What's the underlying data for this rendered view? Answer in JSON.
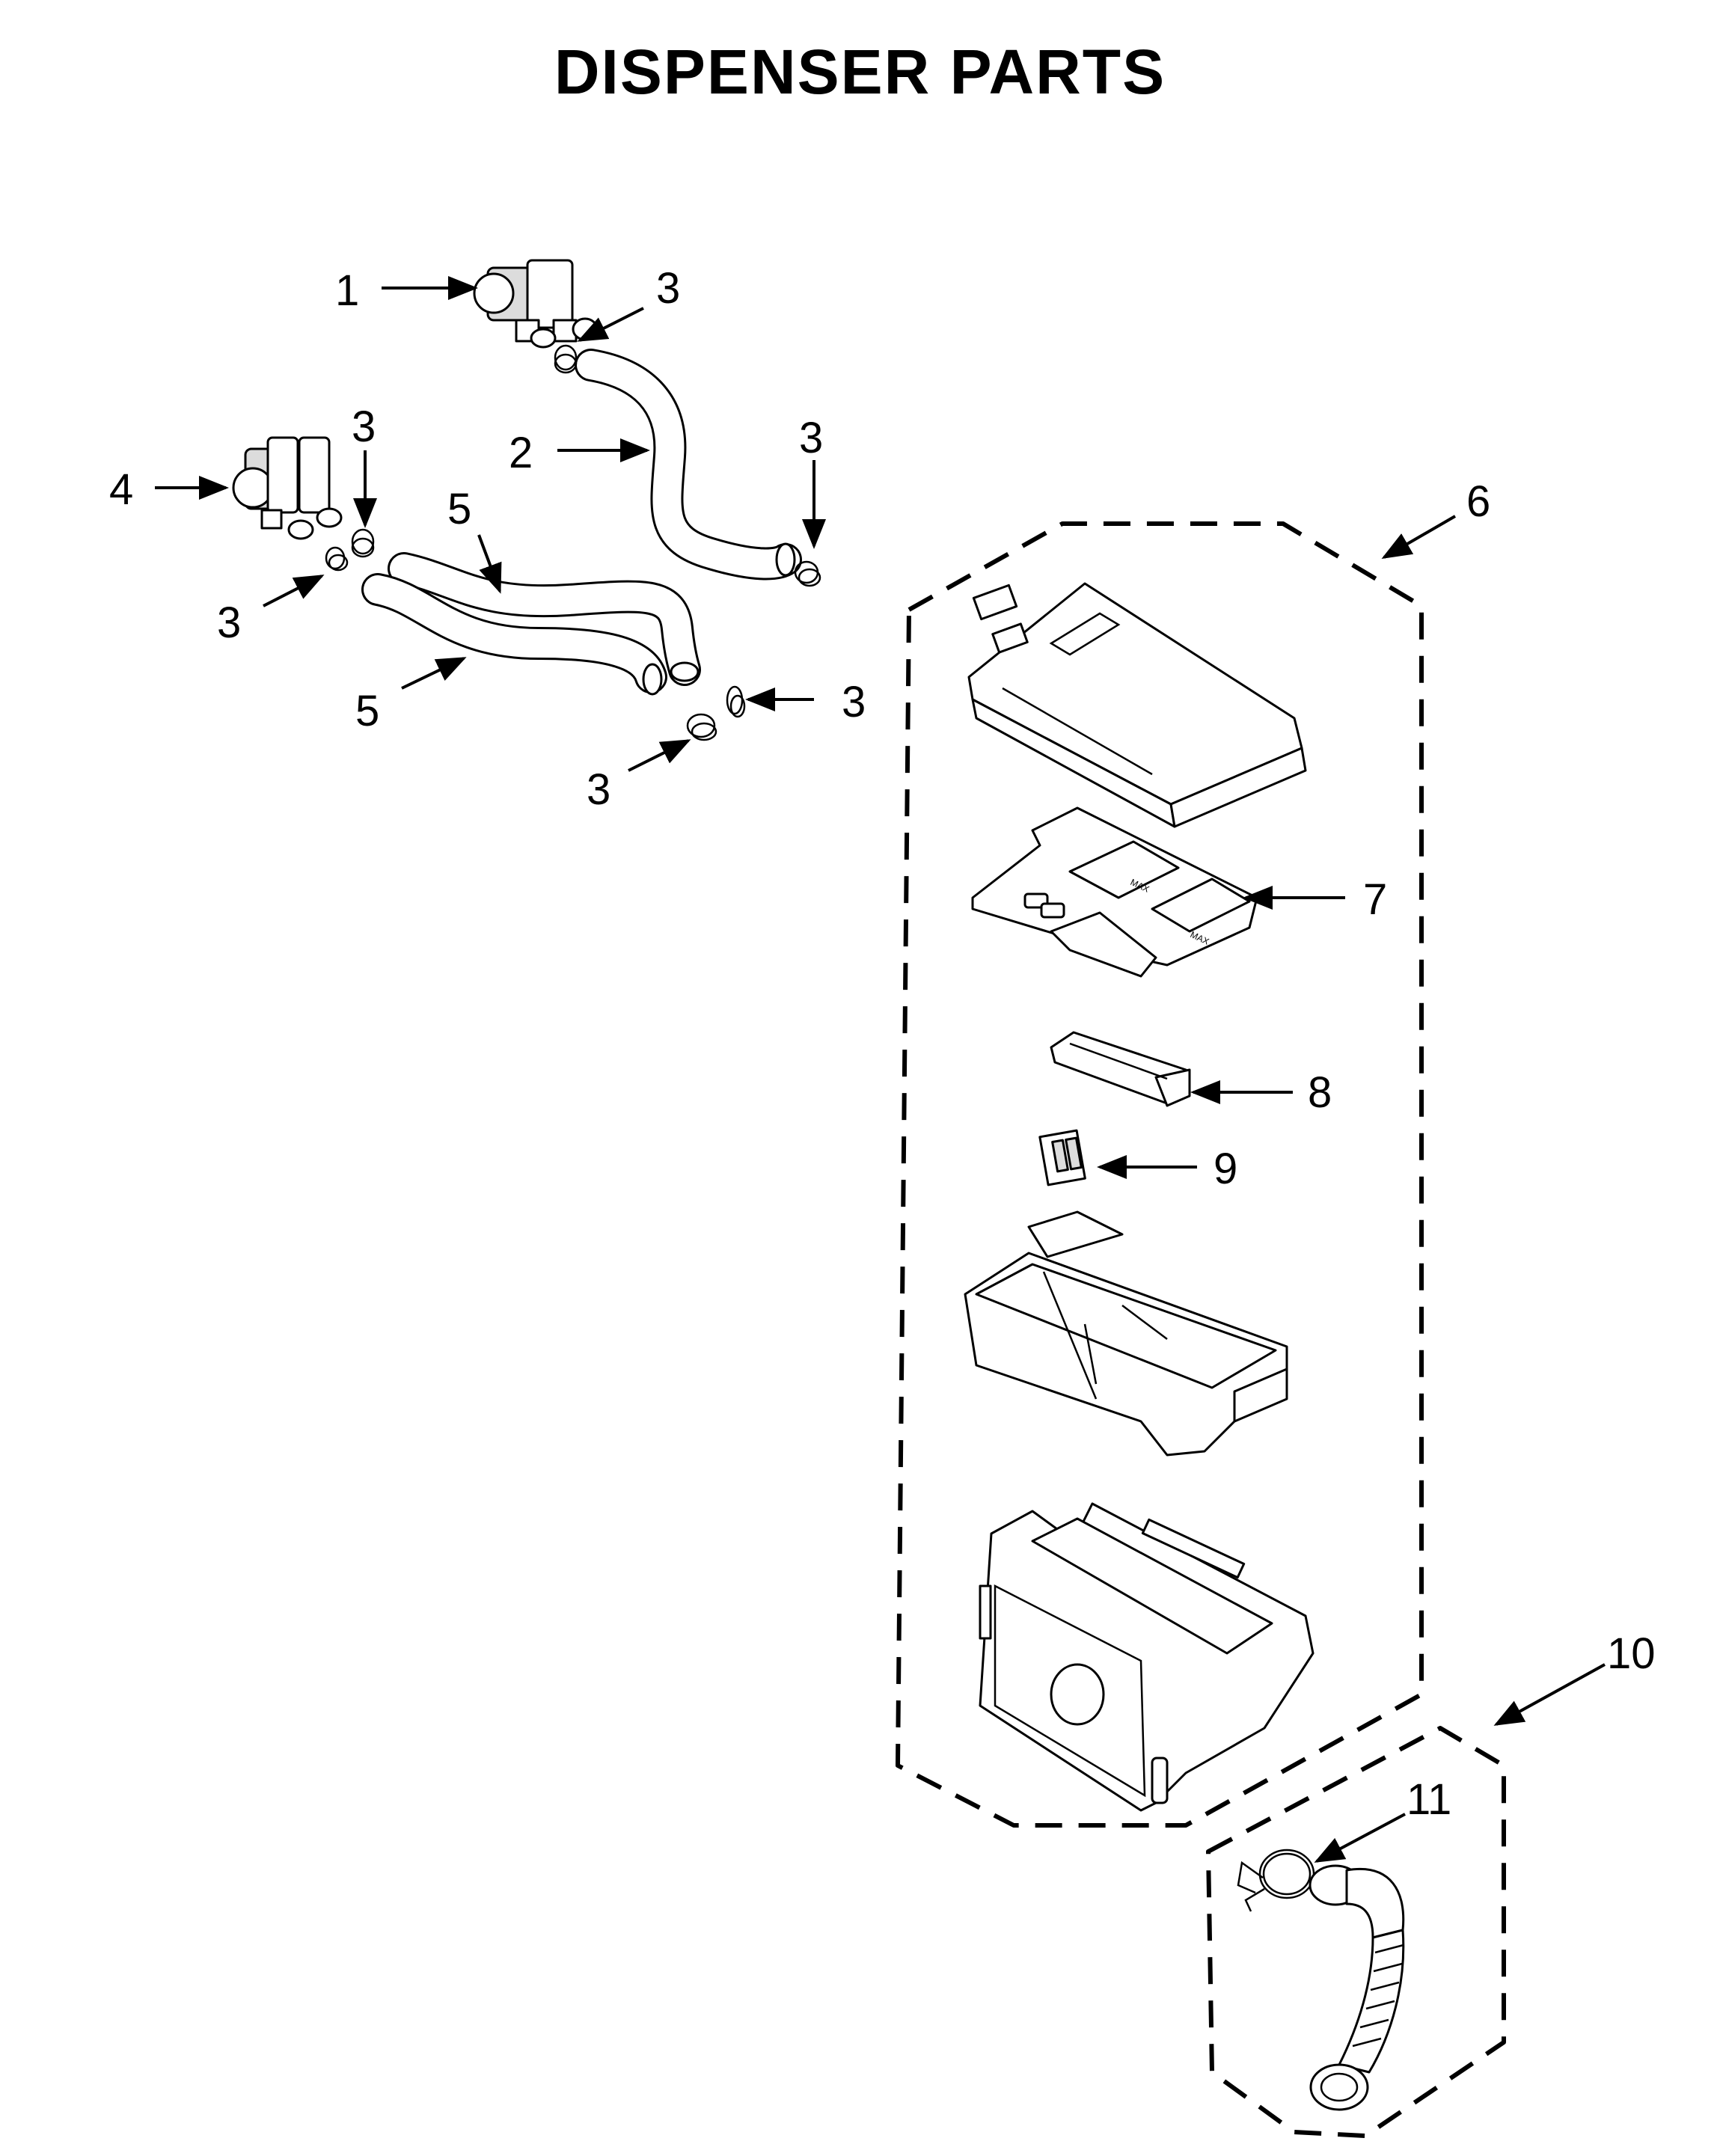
{
  "title": "DISPENSER PARTS",
  "callouts": {
    "c1": "1",
    "c2": "2",
    "c3": "3",
    "c4": "4",
    "c5": "5",
    "c6": "6",
    "c7": "7",
    "c8": "8",
    "c9": "9",
    "c10": "10",
    "c11": "11"
  },
  "colors": {
    "line": "#000000",
    "background": "#ffffff",
    "shade": "#dcdcdc"
  }
}
